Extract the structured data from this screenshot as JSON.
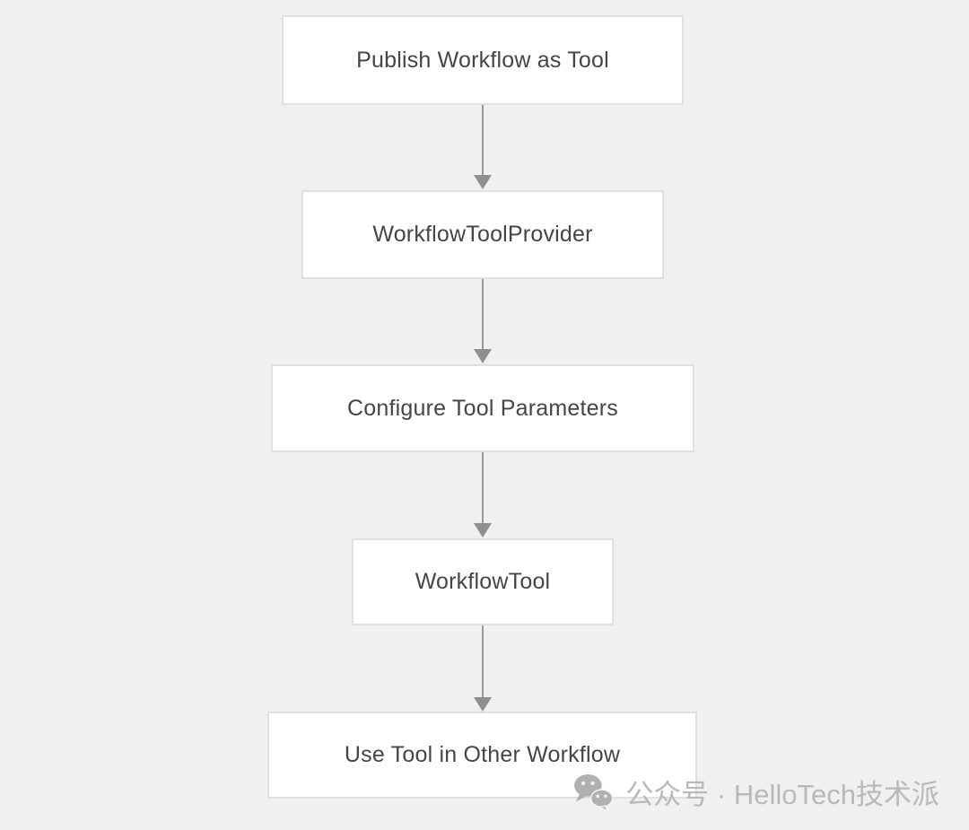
{
  "diagram": {
    "type": "flowchart",
    "direction": "top-to-bottom",
    "nodes": [
      {
        "label": "Publish Workflow as Tool"
      },
      {
        "label": "WorkflowToolProvider"
      },
      {
        "label": "Configure Tool Parameters"
      },
      {
        "label": "WorkflowTool"
      },
      {
        "label": "Use Tool in Other Workflow"
      }
    ],
    "edges": [
      {
        "from": 0,
        "to": 1
      },
      {
        "from": 1,
        "to": 2
      },
      {
        "from": 2,
        "to": 3
      },
      {
        "from": 3,
        "to": 4
      }
    ],
    "colors": {
      "background": "#f1f0ee",
      "node_background": "#ffffff",
      "node_border": "#e0e0e0",
      "node_text": "#454545",
      "arrow": "#9a9a9a",
      "arrow_head": "#8f8f8f"
    }
  },
  "watermark": {
    "icon": "wechat-icon",
    "text": "公众号 · HelloTech技术派",
    "color": "#b9b9b9"
  }
}
